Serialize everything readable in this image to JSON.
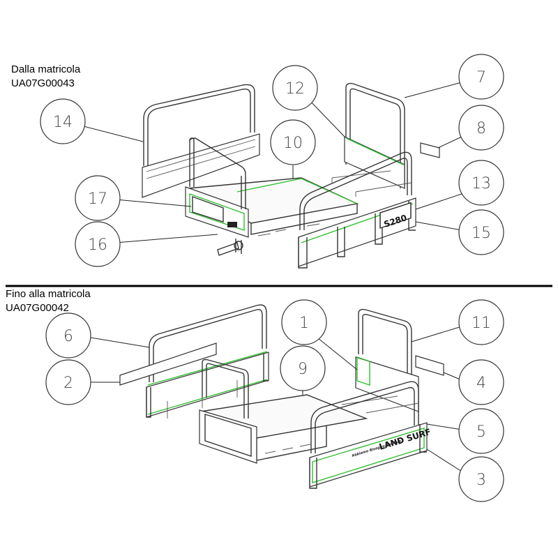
{
  "captions": {
    "top": {
      "line1": "Dalla matricola",
      "line2": "UA07G00043"
    },
    "bottom": {
      "line1": "Fino alla matricola",
      "line2": "UA07G00042"
    }
  },
  "callouts": {
    "top": [
      "14",
      "12",
      "7",
      "8",
      "10",
      "17",
      "13",
      "15",
      "16"
    ],
    "bottom": [
      "6",
      "1",
      "11",
      "2",
      "9",
      "4",
      "5",
      "3"
    ]
  },
  "decals": {
    "model": "S280",
    "brand": "LAND SURF",
    "brand_small": "Abbiamo Bisogno Rodibue"
  },
  "colors": {
    "line": "#333333",
    "highlight": "#2fbf2f",
    "divider": "#000000"
  }
}
